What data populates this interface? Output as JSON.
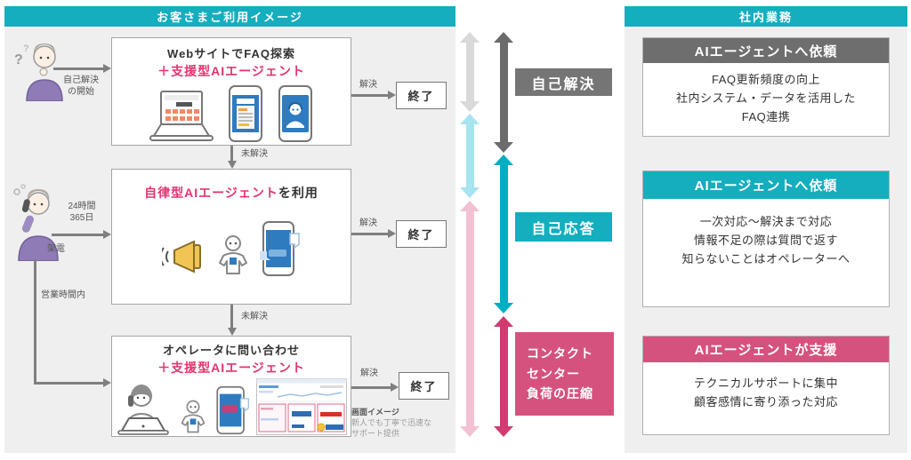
{
  "colors": {
    "teal": "#14aebe",
    "pink_accent": "#e4336e",
    "badge_gray": "#757575",
    "badge_pink": "#d6527e",
    "card_gray_header": "#6e6e6e",
    "arrow_teal": "#00aec4",
    "arrow_pink": "#d23a72",
    "arrow_gray_dark": "#6b6b6b",
    "arrow_gray_light": "#d9d9d9",
    "arrow_cyan_light": "#a7e4ef",
    "arrow_pink_light": "#f2c2d4",
    "panel_bg": "#efefef",
    "screen_blue": "#2e7bc0"
  },
  "left_panel": {
    "title": "お客さまご利用イメージ",
    "labels": {
      "self_start": "自己解決\nの開始",
      "hours": "24時間\n365日",
      "call": "架電",
      "business_hours": "営業時間内",
      "solved": "解決",
      "unsolved": "未解決",
      "end": "終了"
    },
    "boxes": {
      "box1": {
        "line1": "WebサイトでFAQ探索",
        "line2": "＋支援型AIエージェント"
      },
      "box2": {
        "highlight": "自律型AIエージェント",
        "suffix": "を利用"
      },
      "box3": {
        "line1": "オペレータに問い合わせ",
        "line2": "＋支援型AIエージェント"
      }
    },
    "caption": {
      "title": "画面イメージ",
      "body": "新人でも丁寧で迅速な\nサポート提供"
    }
  },
  "middle": {
    "badges": [
      {
        "label": "自己解決"
      },
      {
        "label": "自己応答"
      },
      {
        "label": "コンタクト\nセンター\n負荷の圧縮"
      }
    ]
  },
  "right_panel": {
    "title": "社内業務",
    "cards": [
      {
        "header": "AIエージェントへ依頼",
        "body": "FAQ更新頻度の向上\n社内システム・データを活用した\nFAQ連携"
      },
      {
        "header": "AIエージェントへ依頼",
        "body": "一次対応〜解決まで対応\n情報不足の際は質問で返す\n知らないことはオペレーターへ"
      },
      {
        "header": "AIエージェントが支援",
        "body": "テクニカルサポートに集中\n顧客感情に寄り添った対応"
      }
    ]
  }
}
